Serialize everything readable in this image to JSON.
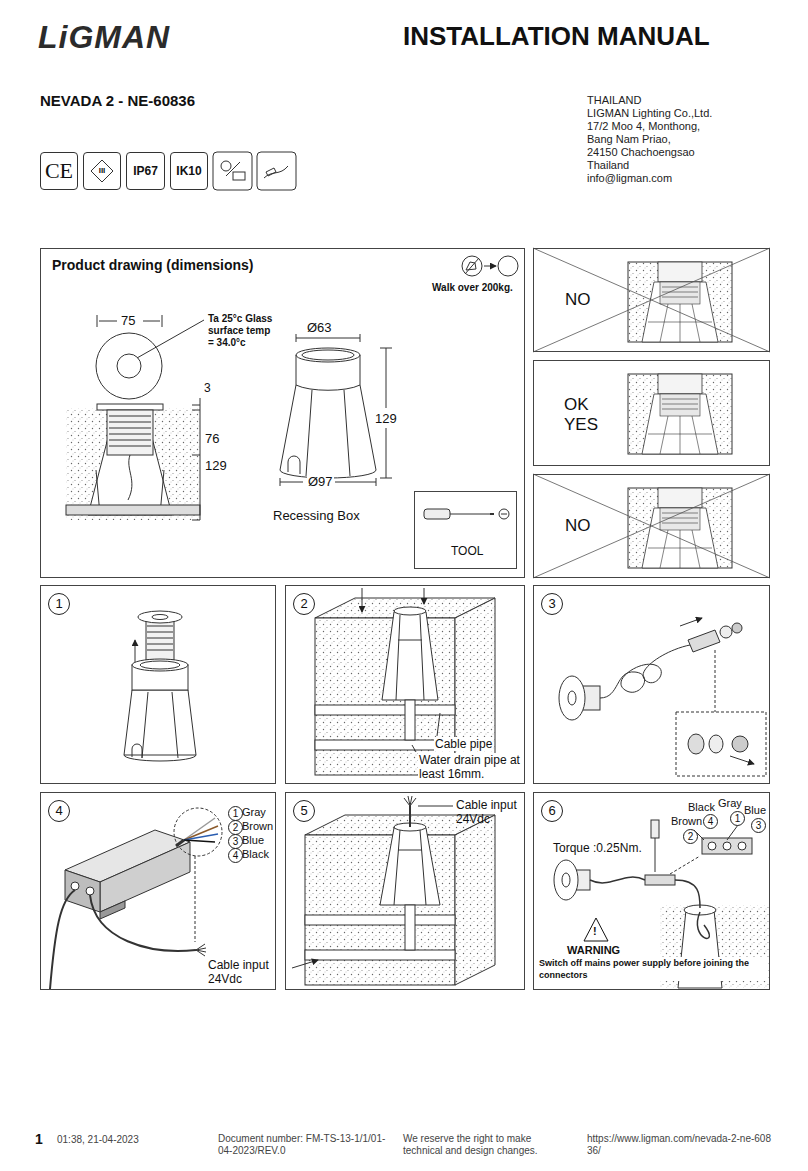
{
  "diagram": {
    "title": "INSTALLATION MANUAL",
    "nodes": [
      {
        "text": [
          "CE"
        ]
      },
      {
        "text": [
          "III"
        ]
      },
      {
        "text": [
          "IP67"
        ]
      },
      {
        "text": [
          "IK10"
        ]
      },
      {
        "text": [
          "Product drawing (dimensions)"
        ]
      },
      {
        "text": [
          "TOOL"
        ],
        "in": 4
      },
      {
        "text": [
          "NO"
        ]
      },
      {
        "text": [
          "OK YES"
        ]
      },
      {
        "text": [
          "NO"
        ]
      },
      {
        "text": [
          "1"
        ]
      },
      {
        "text": [
          "2"
        ]
      },
      {
        "text": [
          "3"
        ]
      },
      {
        "text": [
          "4"
        ]
      },
      {
        "text": [
          "5"
        ]
      },
      {
        "text": [
          "6"
        ]
      }
    ],
    "labels": [
      "LiGMAN",
      "NEVADA 2 - NE-60836",
      "THAILAND",
      "LIGMAN Lighting Co.,Ltd.",
      "17/2 Moo 4, Monthong,",
      "Bang Nam Priao,",
      "24150 Chachoengsao",
      "Thailand",
      "info@ligman.com",
      "Walk over 200kg.",
      "75",
      "Ta 25°c Glass surface temp = 34.0°c",
      "3",
      "76",
      "129",
      "Ø63",
      "129",
      "Ø97",
      "Recessing Box",
      "Cable pipe",
      "Water drain pipe at least 16mm.",
      "1",
      "Gray",
      "2",
      "Brown",
      "3",
      "Blue",
      "4",
      "Black",
      "Cable input 24Vdc",
      "Cable input 24Vdc",
      "Black",
      "Gray",
      "Blue",
      "Brown",
      "4",
      "1",
      "3",
      "2",
      "Torque :0.25Nm.",
      "!",
      "WARNING",
      "Switch off mains power supply before joining the connectors",
      "1",
      "01:38, 21-04-2023",
      "Document number: FM-TS-13-1/1/01-04-2023/REV.0",
      "We reserve the right to make technical and design changes.",
      "https://www.ligman.com/nevada-2-ne-608 36/"
    ]
  }
}
